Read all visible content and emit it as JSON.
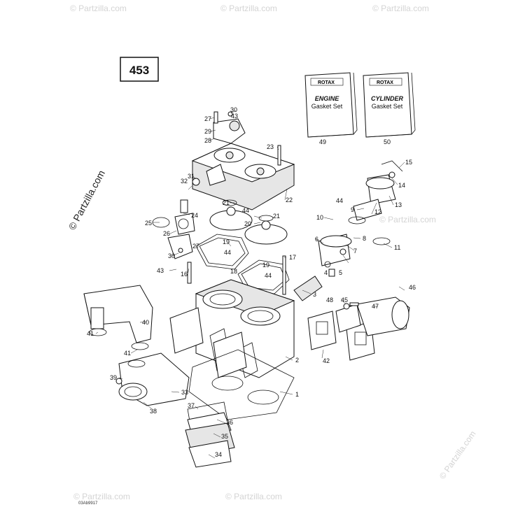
{
  "page_number": "453",
  "watermark": "© Partzilla.com",
  "footer_code": "03Ab9917",
  "kits": [
    {
      "brand": "ROTAX",
      "title": "ENGINE",
      "subtitle": "Gasket Set",
      "number": "49"
    },
    {
      "brand": "ROTAX",
      "title": "CYLINDER",
      "subtitle": "Gasket Set",
      "number": "50"
    }
  ],
  "callouts": [
    "1",
    "2",
    "3",
    "4",
    "5",
    "6",
    "7",
    "8",
    "9",
    "10",
    "11",
    "12",
    "13",
    "14",
    "15",
    "16",
    "17",
    "18",
    "19",
    "20",
    "21",
    "21",
    "22",
    "23",
    "24",
    "25",
    "26",
    "27",
    "27",
    "28",
    "29",
    "30",
    "30",
    "31",
    "32",
    "33",
    "34",
    "35",
    "36",
    "37",
    "38",
    "39",
    "40",
    "41",
    "41",
    "42",
    "43",
    "43",
    "44",
    "44",
    "44",
    "44",
    "45",
    "46",
    "47",
    "48"
  ]
}
